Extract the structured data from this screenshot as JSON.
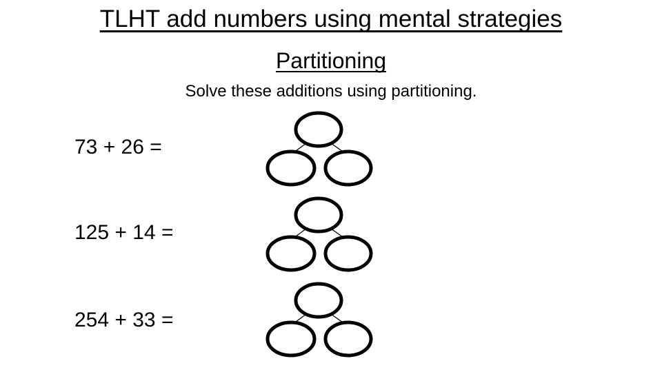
{
  "slide": {
    "title": "TLHT add numbers using mental strategies",
    "subtitle": "Partitioning",
    "instruction": "Solve these additions using partitioning.",
    "problems": [
      {
        "expression": "73 + 26 ="
      },
      {
        "expression": "125 + 14 ="
      },
      {
        "expression": "254 + 33 ="
      }
    ],
    "diagram": {
      "type": "part-whole-model",
      "ovals": [
        "whole",
        "part",
        "part"
      ],
      "note": "blank ovals for answers"
    },
    "colors": {
      "background": "#ffffff",
      "ink": "#000000"
    }
  }
}
